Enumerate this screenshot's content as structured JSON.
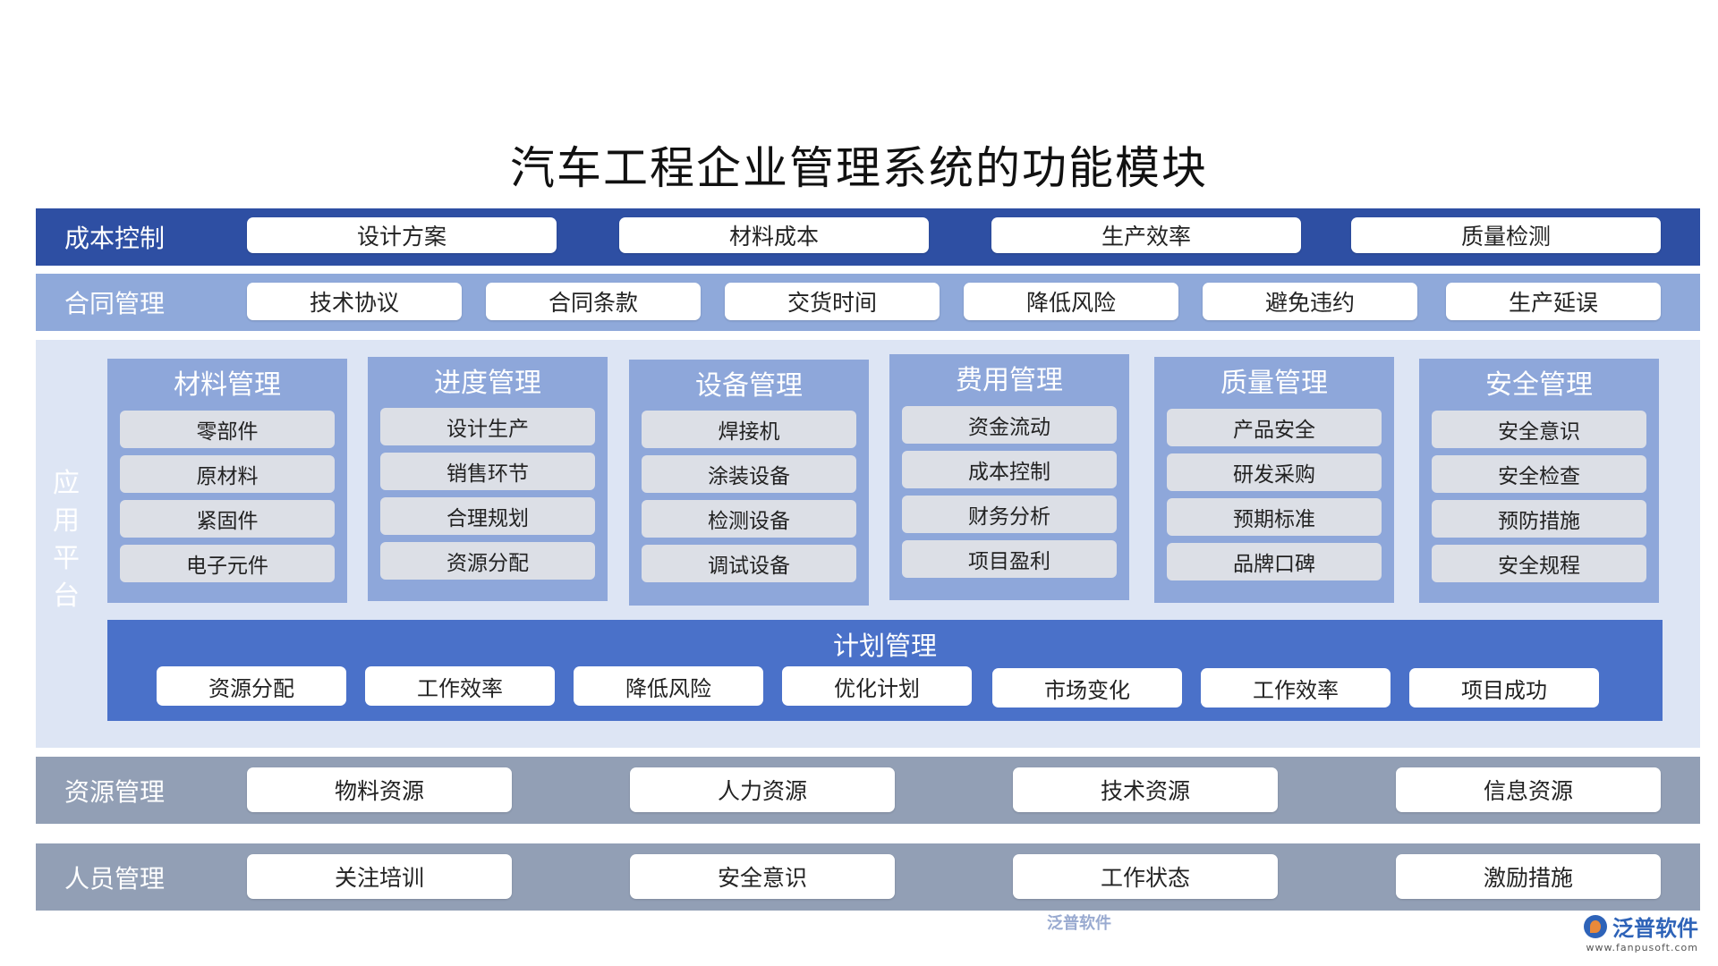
{
  "title": "汽车工程企业管理系统的功能模块",
  "cost": {
    "label": "成本控制",
    "items": [
      "设计方案",
      "材料成本",
      "生产效率",
      "质量检测"
    ]
  },
  "contract": {
    "label": "合同管理",
    "items": [
      "技术协议",
      "合同条款",
      "交货时间",
      "降低风险",
      "避免违约",
      "生产延误"
    ]
  },
  "platform": {
    "label": "应用平台",
    "label_chars": [
      "应",
      "用",
      "平",
      "台"
    ],
    "modules": [
      {
        "title": "材料管理",
        "items": [
          "零部件",
          "原材料",
          "紧固件",
          "电子元件"
        ]
      },
      {
        "title": "进度管理",
        "items": [
          "设计生产",
          "销售环节",
          "合理规划",
          "资源分配"
        ]
      },
      {
        "title": "设备管理",
        "items": [
          "焊接机",
          "涂装设备",
          "检测设备",
          "调试设备"
        ]
      },
      {
        "title": "费用管理",
        "items": [
          "资金流动",
          "成本控制",
          "财务分析",
          "项目盈利"
        ]
      },
      {
        "title": "质量管理",
        "items": [
          "产品安全",
          "研发采购",
          "预期标准",
          "品牌口碑"
        ]
      },
      {
        "title": "安全管理",
        "items": [
          "安全意识",
          "安全检查",
          "预防措施",
          "安全规程"
        ]
      }
    ],
    "plan": {
      "title": "计划管理",
      "items": [
        "资源分配",
        "工作效率",
        "降低风险",
        "优化计划",
        "市场变化",
        "工作效率",
        "项目成功"
      ]
    }
  },
  "resource": {
    "label": "资源管理",
    "items": [
      "物料资源",
      "人力资源",
      "技术资源",
      "信息资源"
    ]
  },
  "people": {
    "label": "人员管理",
    "items": [
      "关注培训",
      "安全意识",
      "工作状态",
      "激励措施"
    ]
  },
  "watermark": "泛普软件",
  "logo": {
    "text": "泛普软件",
    "url": "www.fanpusoft.com"
  },
  "colors": {
    "cost_band": "#2e4fa3",
    "contract_band": "#8fa9da",
    "platform_band": "#dde5f4",
    "module": "#8ea7da",
    "plan": "#4a71c9",
    "bottom_bands": "#929fb5"
  }
}
